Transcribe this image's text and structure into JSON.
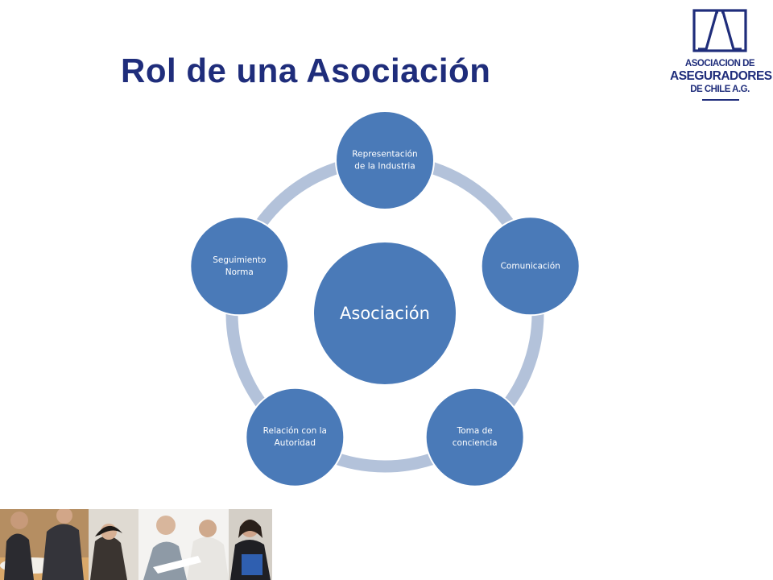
{
  "slide": {
    "title": "Rol de una Asociación"
  },
  "logo": {
    "line1": "ASOCIACION DE",
    "line2": "ASEGURADORES",
    "line3": "DE CHILE A.G.",
    "icon": "pillars-logo-icon"
  },
  "diagram": {
    "center": "Asociación",
    "nodes": [
      [
        "Representación",
        "de la Industria"
      ],
      [
        "Comunicación"
      ],
      [
        "Toma de",
        "conciencia"
      ],
      [
        "Relación con la",
        "Autoridad"
      ],
      [
        "Seguimiento",
        "Norma"
      ]
    ]
  },
  "colors": {
    "title": "#1f2d7b",
    "circle_fill": "#4a7ab8",
    "circle_stroke": "#ffffff",
    "ring": "#b3c2da",
    "node_text": "#ffffff",
    "logo": "#1f2d7b"
  },
  "photo_strip": {
    "icon": "office-people-photo"
  }
}
